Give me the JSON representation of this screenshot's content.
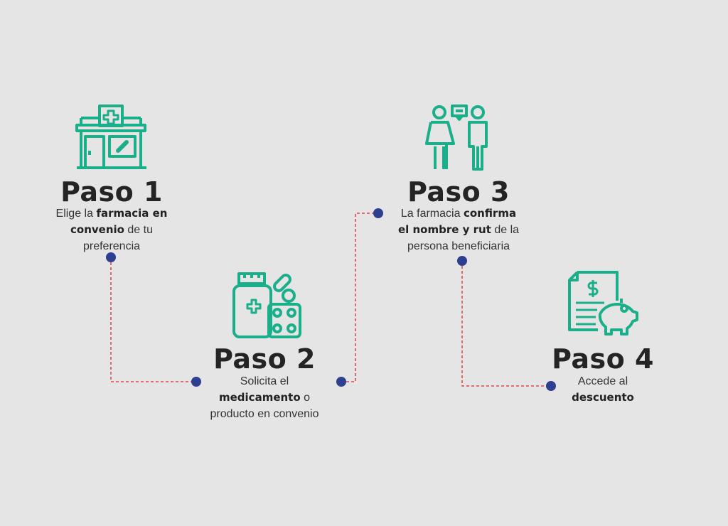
{
  "colors": {
    "background": "#e5e5e5",
    "icon": "#1aaf8a",
    "dot": "#2e3f91",
    "connector": "#e04848",
    "text": "#2a2a2a"
  },
  "steps": [
    {
      "title": "Paso 1",
      "icon": "pharmacy-icon",
      "lines": [
        [
          "Elige la ",
          "farmacia en"
        ],
        [
          "convenio",
          " de tu"
        ],
        [
          "preferencia",
          ""
        ]
      ],
      "bold_first": [
        false,
        true,
        false
      ]
    },
    {
      "title": "Paso 2",
      "icon": "medicine-icon",
      "lines": [
        [
          "Solicita el",
          ""
        ],
        [
          "medicamento",
          " o"
        ],
        [
          "producto en convenio",
          ""
        ]
      ],
      "bold_first": [
        false,
        true,
        false
      ]
    },
    {
      "title": "Paso 3",
      "icon": "people-conversation-icon",
      "lines": [
        [
          "La farmacia ",
          "confirma"
        ],
        [
          "el nombre y rut",
          " de la"
        ],
        [
          "persona beneficiaria",
          ""
        ]
      ],
      "bold_first": [
        false,
        true,
        false
      ]
    },
    {
      "title": "Paso 4",
      "icon": "discount-savings-icon",
      "lines": [
        [
          "Accede al",
          ""
        ],
        [
          "descuento",
          ""
        ]
      ],
      "bold_first": [
        false,
        true
      ]
    }
  ]
}
